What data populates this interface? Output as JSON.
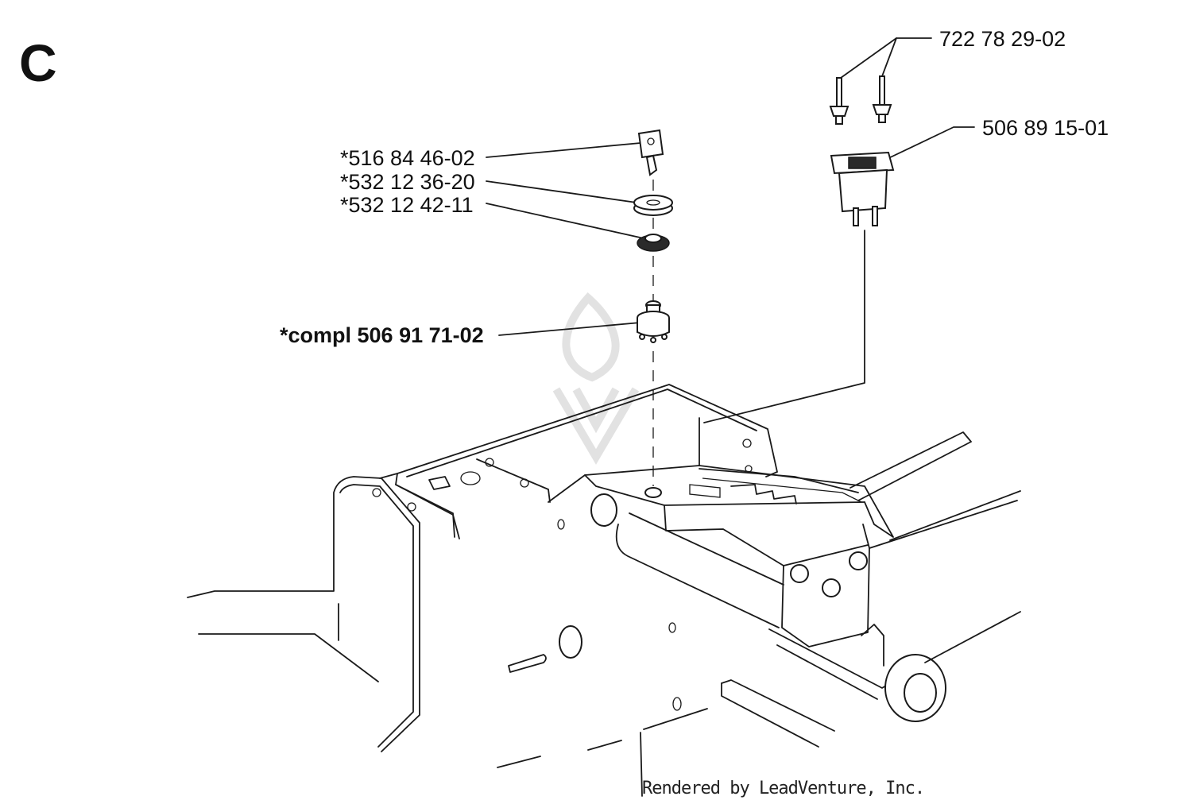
{
  "section_letter": "C",
  "labels": {
    "screw": "722 78 29-02",
    "switch": "506 89 15-01",
    "key": "*516 84 46-02",
    "cap": "*532 12 36-20",
    "nut": "*532 12 42-11",
    "ignition": "*compl 506 91 71-02"
  },
  "credit": "Rendered by LeadVenture, Inc."
}
